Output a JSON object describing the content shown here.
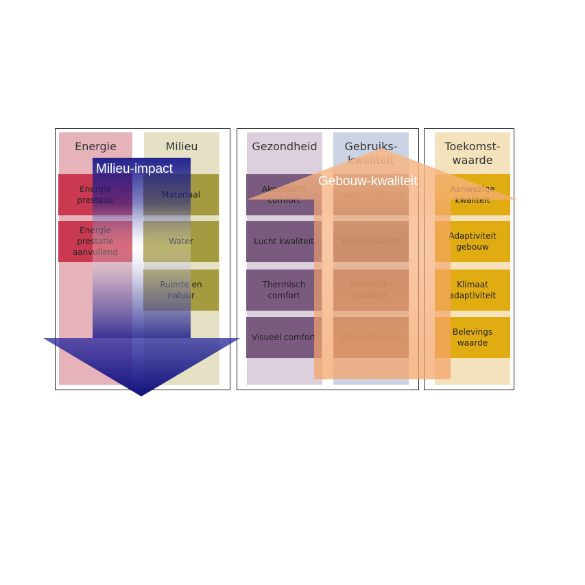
{
  "groups": [
    {
      "columns": [
        {
          "title": "Energie",
          "bg": "#e7b3bb",
          "cell_color": "#c93a50",
          "cell_text": "#222222",
          "cells": [
            "Energie prestatie",
            "Energie prestatie aanvullend"
          ]
        },
        {
          "title": "Milieu",
          "bg": "#e4e1c4",
          "cell_color": "#a49a40",
          "cell_text": "#222222",
          "cells": [
            "Materiaal",
            "Water",
            "Ruimte en natuur"
          ]
        }
      ]
    },
    {
      "columns": [
        {
          "title": "Gezondheid",
          "bg": "#dcd0dc",
          "cell_color": "#7b5a80",
          "cell_text": "#222222",
          "cells": [
            "Akoestisch comfort",
            "Lucht kwaliteit",
            "Thermisch comfort",
            "Visueel comfort"
          ]
        },
        {
          "title": "Gebruiks-kwaliteit",
          "bg": "#cbd3e4",
          "cell_color": "#8f6e6e",
          "cell_text": "#7a4a3a",
          "cells": [
            "Toegankelijkheid",
            "Functionaliteit",
            "Technische kwaliteit",
            "Sociale waarde"
          ]
        }
      ]
    },
    {
      "columns": [
        {
          "title": "Toekomst-waarde",
          "bg": "#f3e2bc",
          "cell_color": "#e0ac12",
          "cell_text": "#222222",
          "cells": [
            "Aanwezige kwaliteit",
            "Adaptiviteit gebouw",
            "Klimaat adaptiviteit",
            "Belevings waarde"
          ]
        }
      ]
    }
  ],
  "arrows": {
    "down": {
      "label": "Milieu-impact",
      "color": "#1a1a8c"
    },
    "up": {
      "label": "Gebouw-kwaliteit",
      "color": "#f4a46a"
    }
  }
}
